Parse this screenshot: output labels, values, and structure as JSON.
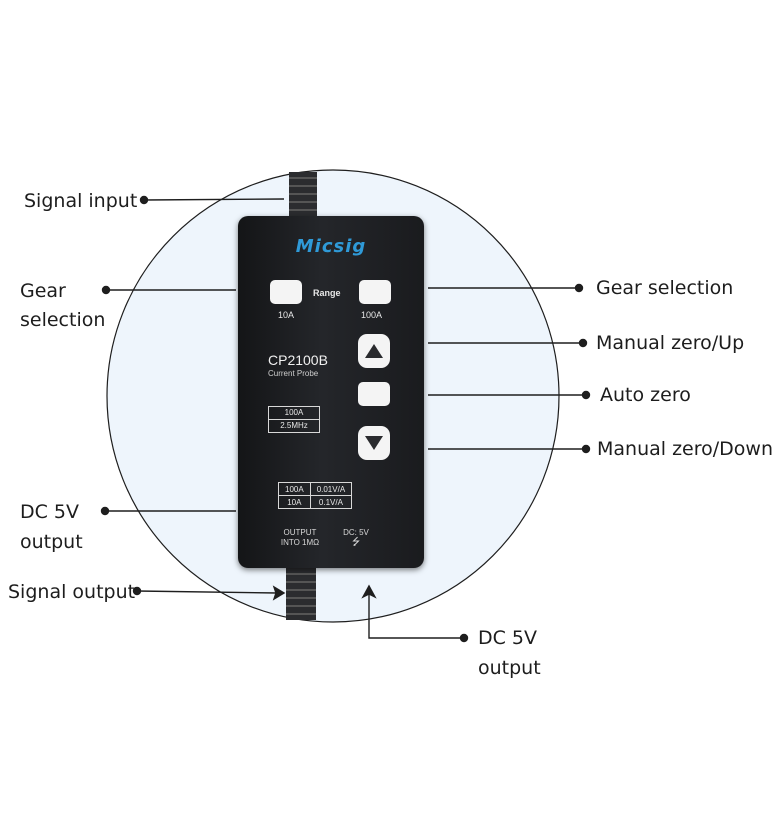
{
  "labels": {
    "signal_input": "Signal input",
    "gear_selection_left_1": "Gear",
    "gear_selection_left_2": "selection",
    "gear_selection_right": "Gear selection",
    "manual_zero_up": "Manual zero/Up",
    "auto_zero": "Auto zero",
    "manual_zero_down": "Manual zero/Down",
    "dc5v_left_1": "DC 5V",
    "dc5v_left_2": "output",
    "signal_output": "Signal output",
    "dc5v_bottom_1": "DC 5V",
    "dc5v_bottom_2": "output"
  },
  "device": {
    "brand": "Micsig",
    "range_label": "Range",
    "left_button_label": "10A",
    "right_button_label": "100A",
    "model": "CP2100B",
    "model_sub": "Current Probe",
    "spec_range": "100A",
    "spec_bandwidth": "2.5MHz",
    "ratio_table": [
      [
        "100A",
        "0.01V/A"
      ],
      [
        "10A",
        "0.1V/A"
      ]
    ],
    "output_line1": "OUTPUT",
    "output_line2": "INTO 1MΩ",
    "dc_label": "DC: 5V",
    "usb_symbol": "⭍"
  },
  "colors": {
    "circle_fill": "#eef5fc",
    "brand_blue": "#2f9ad8",
    "body_dark": "#1c1d20"
  },
  "icons": {
    "usb": "usb-icon",
    "up": "arrow-up-icon",
    "down": "arrow-down-icon"
  }
}
